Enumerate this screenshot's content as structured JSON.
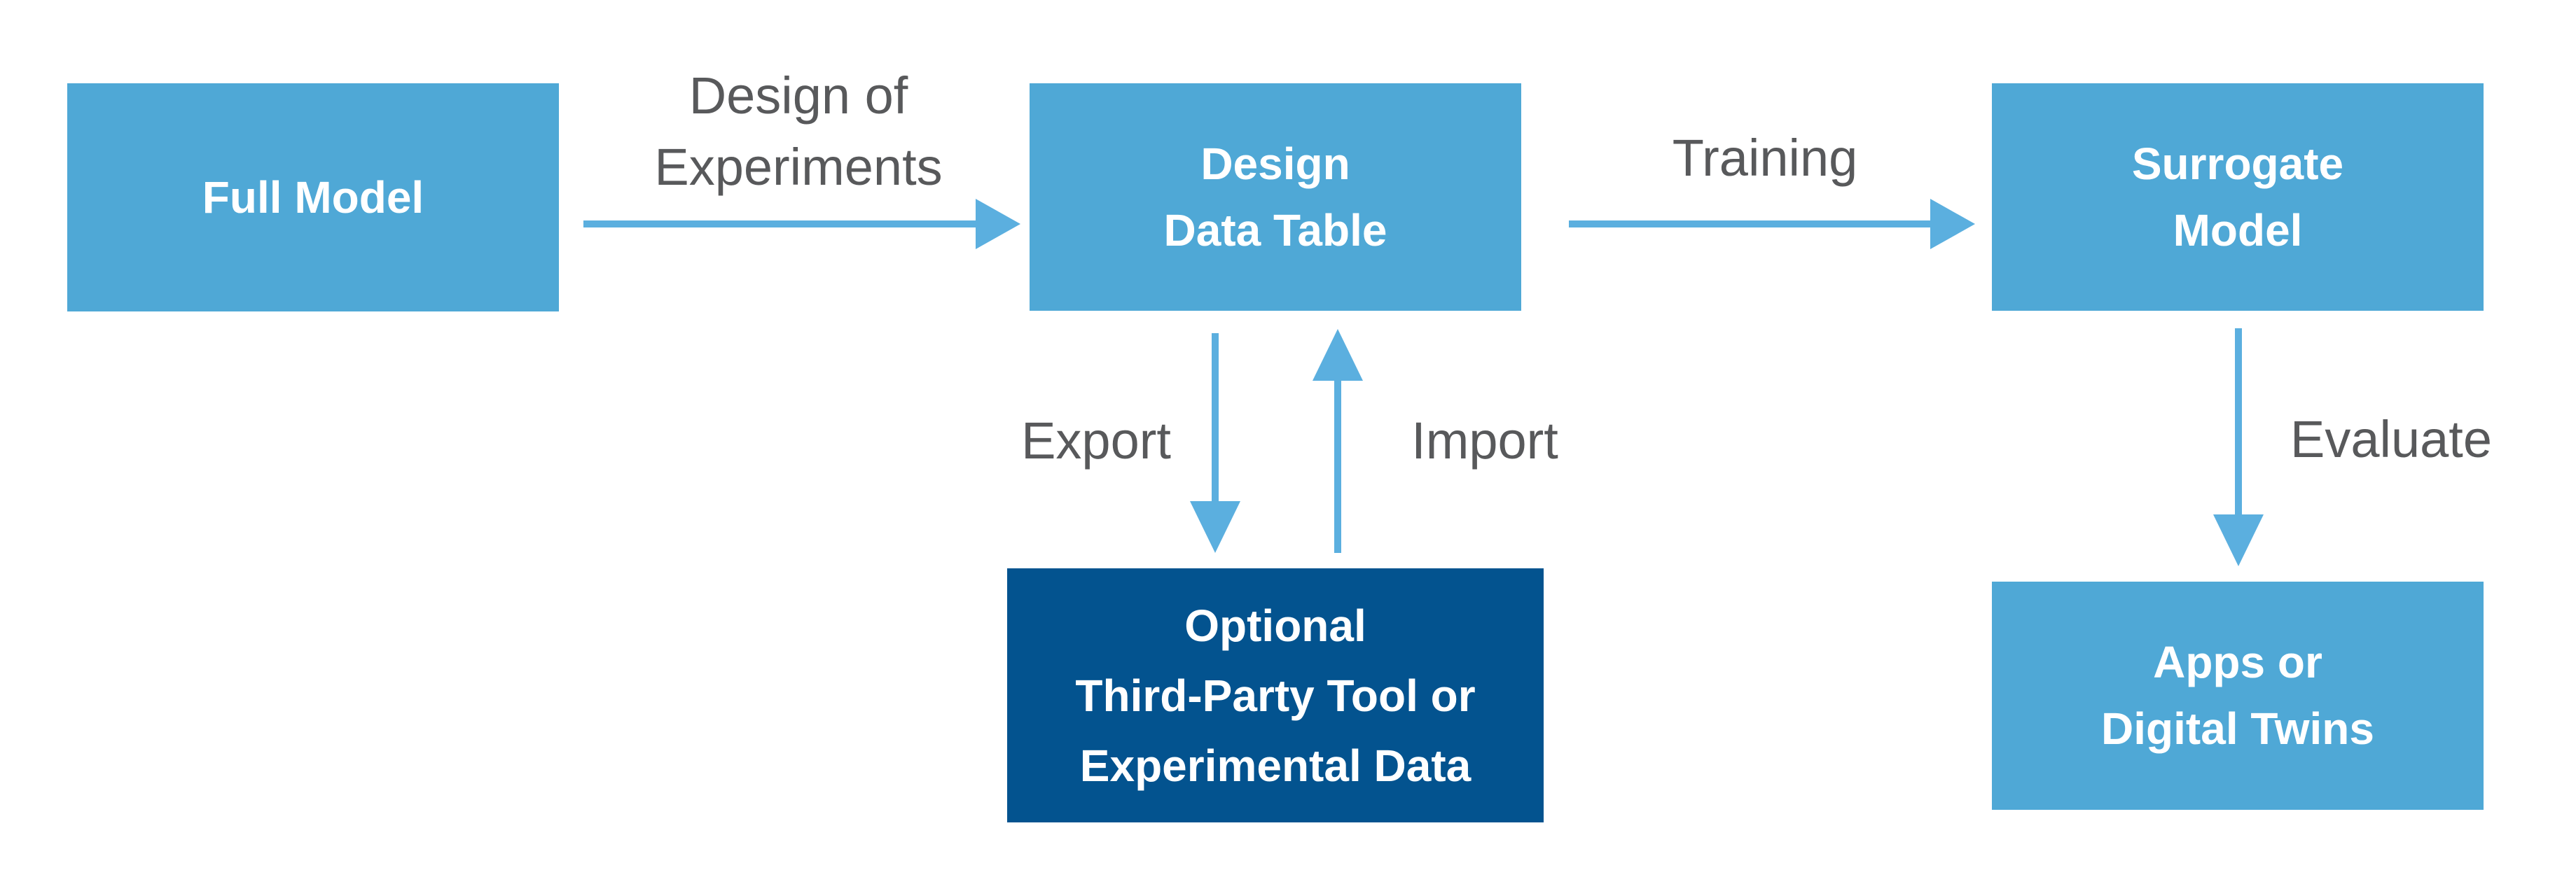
{
  "diagram": {
    "title": "Surrogate model workflow diagram",
    "colors": {
      "box_light": "#4FA8D6",
      "box_dark": "#03538F",
      "arrow": "#5BAFDF",
      "label_text": "#58595B",
      "box_text": "#FFFFFF",
      "bg": "#FFFFFF"
    },
    "nodes": {
      "full_model": {
        "line1": "Full Model"
      },
      "design_data_table": {
        "line1": "Design",
        "line2": "Data Table"
      },
      "surrogate_model": {
        "line1": "Surrogate",
        "line2": "Model"
      },
      "optional_tool": {
        "line1": "Optional",
        "line2": "Third-Party Tool or",
        "line3": "Experimental Data"
      },
      "apps_twins": {
        "line1": "Apps or",
        "line2": "Digital Twins"
      }
    },
    "labels": {
      "design_of_experiments": {
        "line1": "Design of",
        "line2": "Experiments"
      },
      "training": "Training",
      "export": "Export",
      "import": "Import",
      "evaluate": "Evaluate"
    }
  }
}
